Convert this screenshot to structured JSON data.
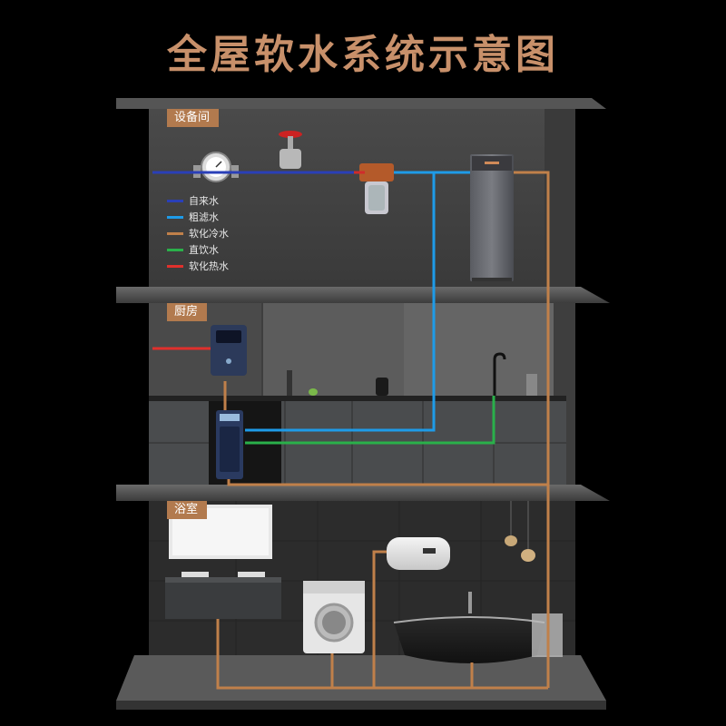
{
  "title": "全屋软水系统示意图",
  "rooms": [
    {
      "id": "equipment",
      "label": "设备间"
    },
    {
      "id": "kitchen",
      "label": "厨房"
    },
    {
      "id": "bathroom",
      "label": "浴室"
    }
  ],
  "legend": [
    {
      "label": "自来水",
      "color": "#2a3fb8"
    },
    {
      "label": "粗滤水",
      "color": "#1e9be8"
    },
    {
      "label": "软化冷水",
      "color": "#c0804a"
    },
    {
      "label": "直饮水",
      "color": "#2ab04a"
    },
    {
      "label": "软化热水",
      "color": "#e0302c"
    }
  ],
  "colors": {
    "accent": "#c8906a",
    "label_bg": "#b27a4e",
    "background": "#000000"
  }
}
